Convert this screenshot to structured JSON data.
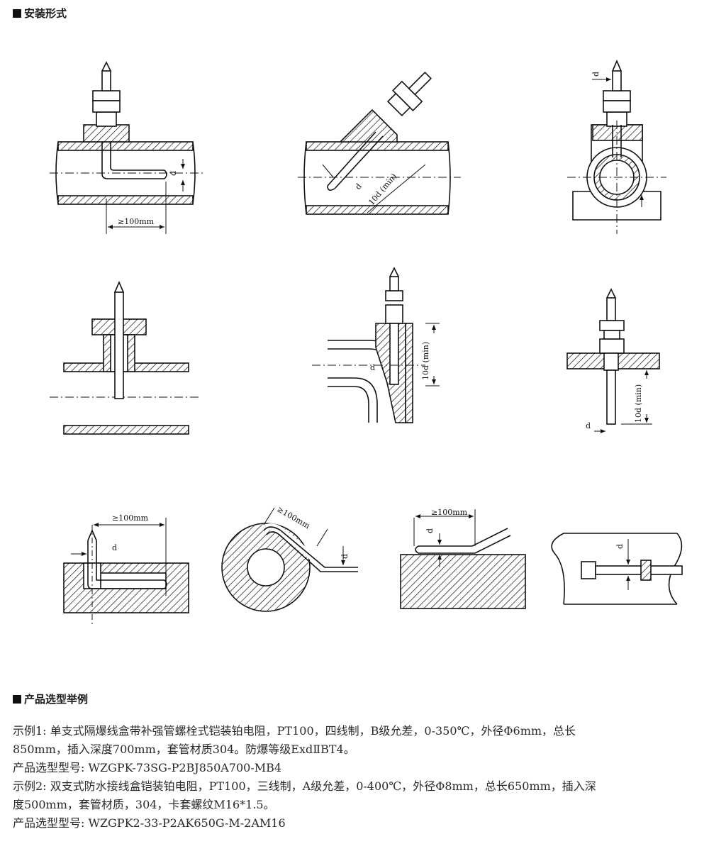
{
  "sections": {
    "installation_title": "安装形式",
    "selection_title": "产品选型举例"
  },
  "diagram_labels": {
    "min100": "≥100mm",
    "d": "d",
    "ten_d_min": "10d (min)"
  },
  "examples": {
    "line1": "示例1:  单支式隔爆线盒带补强管螺栓式铠装铂电阻，PT100，四线制，B级允差，0-350℃，外径Φ6mm，总长",
    "line2": "850mm，插入深度700mm，套管材质304。防爆等级ExdⅡBT4。",
    "line3": "产品选型型号:  WZGPK-73SG-P2BJ850A700-MB4",
    "line4": "示例2:  双支式防水接线盒铠装铂电阻，PT100，三线制，A级允差，0-400℃，外径Φ8mm，总长650mm，插入深",
    "line5": "度500mm，套管材质，304，卡套螺纹M16*1.5。",
    "line6": "产品选型型号:  WZGPK2-33-P2AK650G-M-2AM16"
  }
}
